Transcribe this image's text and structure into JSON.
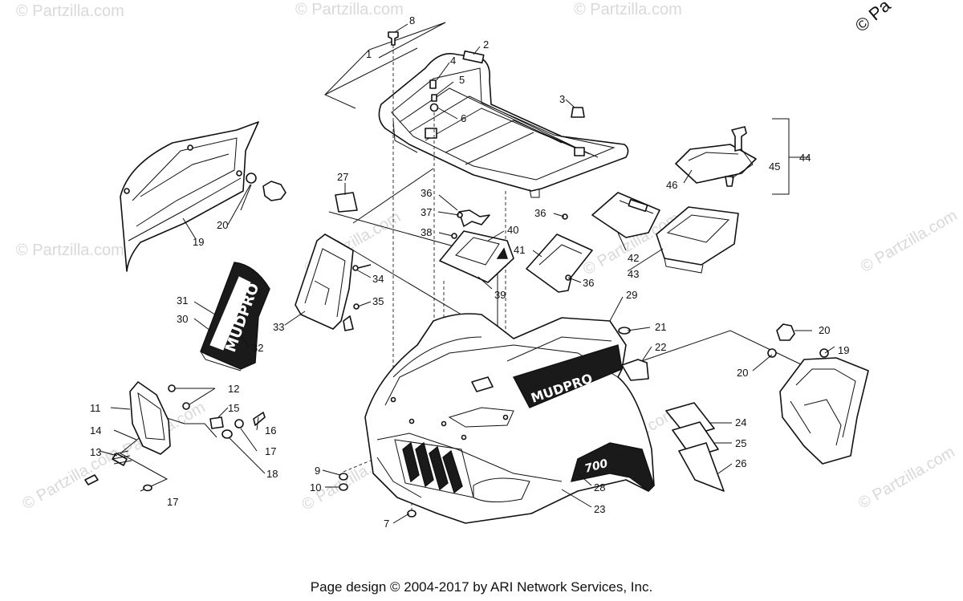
{
  "watermarks": [
    {
      "text": "© Partzilla.com"
    },
    {
      "text": "© Partzilla.com"
    },
    {
      "text": "© Partzilla.com"
    },
    {
      "text": "© Partzilla.com"
    },
    {
      "text": "© Partzilla.com"
    },
    {
      "text": "© Partzilla.com"
    },
    {
      "text": "© Partzilla.com"
    },
    {
      "text": "© Partzilla.com"
    },
    {
      "text": "© Partzilla.com"
    },
    {
      "text": "© Partzilla.com"
    },
    {
      "text": "© Partzilla.com"
    },
    {
      "text": "© Partzilla.com"
    }
  ],
  "corner_mark": "© Pa",
  "decals": {
    "brand_side": "MUDPRO",
    "brand_front": "MUDPRO",
    "model_badge": "700 "
  },
  "callouts": {
    "c1": "1",
    "c2": "2",
    "c3": "3",
    "c4": "4",
    "c5": "5",
    "c6": "6",
    "c7": "7",
    "c8": "8",
    "c9": "9",
    "c10": "10",
    "c11": "11",
    "c12": "12",
    "c13": "13",
    "c14": "14",
    "c15": "15",
    "c16": "16",
    "c17a": "17",
    "c17b": "17",
    "c18": "18",
    "c19a": "19",
    "c19b": "19",
    "c20a": "20",
    "c20b": "20",
    "c20c": "20",
    "c21": "21",
    "c22": "22",
    "c23": "23",
    "c24": "24",
    "c25": "25",
    "c26": "26",
    "c27": "27",
    "c28": "28",
    "c29": "29",
    "c30": "30",
    "c31": "31",
    "c32": "32",
    "c33": "33",
    "c34": "34",
    "c35": "35",
    "c36a": "36",
    "c36b": "36",
    "c36c": "36",
    "c37": "37",
    "c38": "38",
    "c39": "39",
    "c40": "40",
    "c41": "41",
    "c42": "42",
    "c43": "43",
    "c44": "44",
    "c45": "45",
    "c46": "46"
  },
  "footer": "Page design © 2004-2017 by ARI Network Services, Inc."
}
